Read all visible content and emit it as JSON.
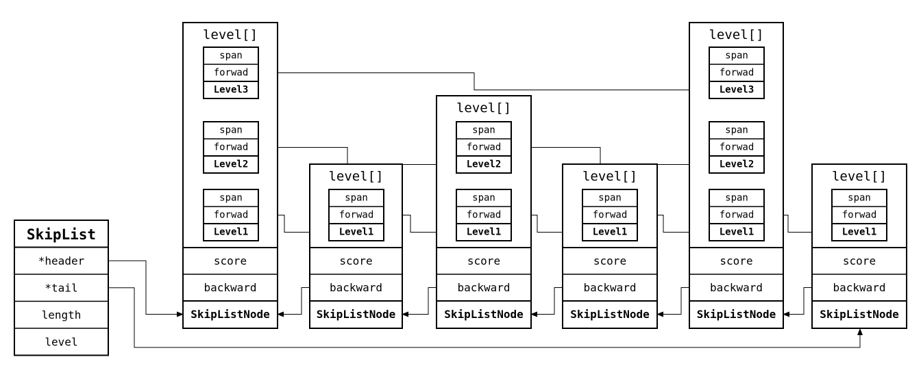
{
  "skiplist": {
    "title": "SkipList",
    "fields": [
      "*header",
      "*tail",
      "length",
      "level"
    ]
  },
  "node_labels": {
    "level_array": "level[]",
    "span": "span",
    "forward": "forwad",
    "score": "score",
    "backward": "backward",
    "node": "SkipListNode"
  },
  "level_labels": [
    "Level1",
    "Level2",
    "Level3"
  ],
  "nodes": [
    {
      "id": "header",
      "levels": 3
    },
    {
      "id": "node1",
      "levels": 1
    },
    {
      "id": "node2",
      "levels": 2
    },
    {
      "id": "node3",
      "levels": 1
    },
    {
      "id": "node4",
      "levels": 3
    },
    {
      "id": "node5",
      "levels": 1
    }
  ],
  "forward_links": [
    {
      "from": "header",
      "to": "node1",
      "level": 1
    },
    {
      "from": "node1",
      "to": "node2",
      "level": 1
    },
    {
      "from": "node2",
      "to": "node3",
      "level": 1
    },
    {
      "from": "node3",
      "to": "node4",
      "level": 1
    },
    {
      "from": "node4",
      "to": "node5",
      "level": 1
    },
    {
      "from": "header",
      "to": "node2",
      "level": 2
    },
    {
      "from": "node2",
      "to": "node4",
      "level": 2
    },
    {
      "from": "header",
      "to": "node4",
      "level": 3
    }
  ],
  "backward_links": [
    {
      "from": "node1",
      "to": "header"
    },
    {
      "from": "node2",
      "to": "node1"
    },
    {
      "from": "node3",
      "to": "node2"
    },
    {
      "from": "node4",
      "to": "node3"
    },
    {
      "from": "node5",
      "to": "node4"
    }
  ],
  "skiplist_links": [
    {
      "field": "*header",
      "to": "header"
    },
    {
      "field": "*tail",
      "to": "node5"
    }
  ]
}
